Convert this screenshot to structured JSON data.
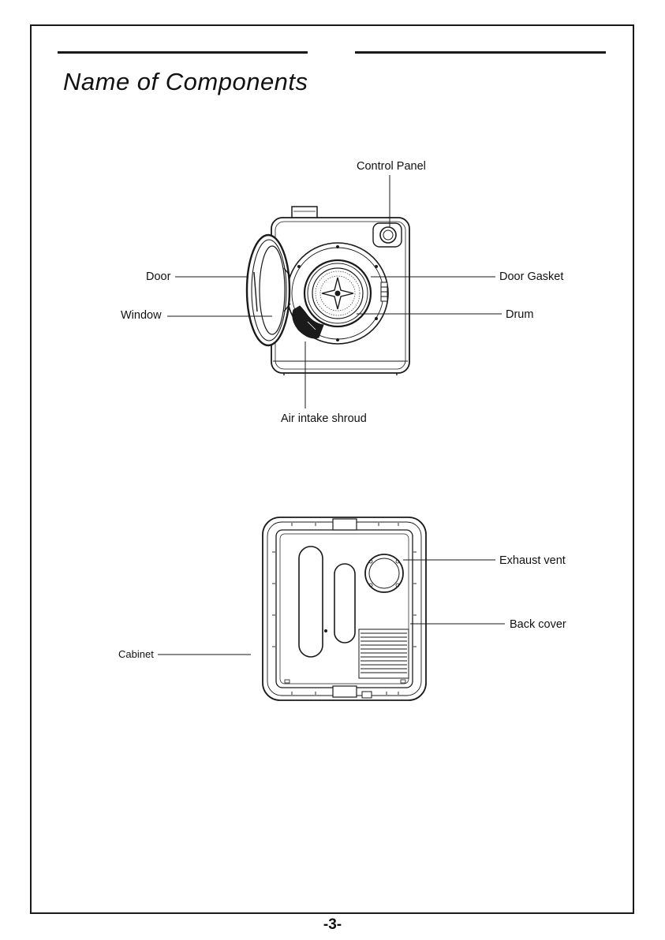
{
  "page": {
    "title": "Name of Components",
    "page_number": "-3-"
  },
  "front_view": {
    "labels": {
      "control_panel": "Control Panel",
      "door": "Door",
      "window": "Window",
      "door_gasket": "Door Gasket",
      "drum": "Drum",
      "air_intake_shroud": "Air intake shroud"
    }
  },
  "back_view": {
    "labels": {
      "exhaust_vent": "Exhaust vent",
      "back_cover": "Back cover",
      "cabinet": "Cabinet"
    }
  }
}
